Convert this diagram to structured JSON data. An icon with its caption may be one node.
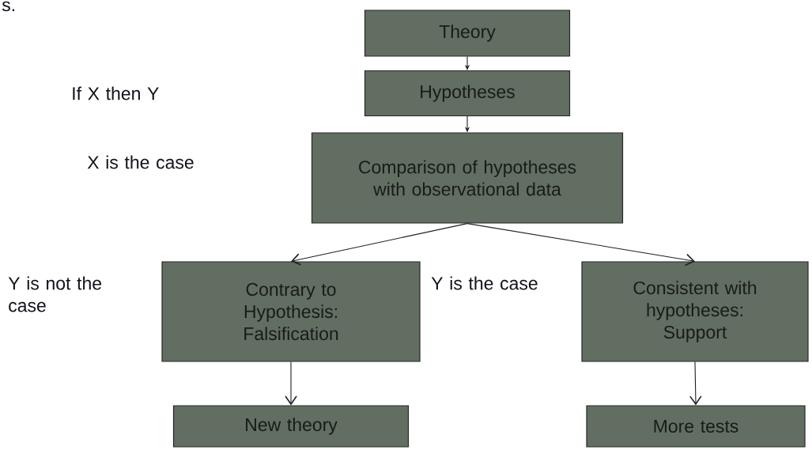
{
  "diagram": {
    "nodes": [
      {
        "text": [
          "Theory"
        ]
      },
      {
        "text": [
          "Hypotheses"
        ]
      },
      {
        "text": [
          "Comparison of hypotheses with observational data"
        ]
      },
      {
        "text": [
          "Contrary to Hypothesis: Falsification"
        ]
      },
      {
        "text": [
          "Consistent with hypotheses: Support"
        ]
      },
      {
        "text": [
          "New theory"
        ]
      },
      {
        "text": [
          "More tests"
        ]
      }
    ],
    "edges": [
      {
        "from": 0,
        "to": 1,
        "arrow": "to"
      },
      {
        "from": 1,
        "to": 2,
        "arrow": "to"
      },
      {
        "from": 2,
        "to": 3,
        "arrow": "to"
      },
      {
        "from": 2,
        "to": 4,
        "arrow": "to"
      },
      {
        "from": 3,
        "to": 5,
        "arrow": "to"
      },
      {
        "from": 4,
        "to": 6,
        "arrow": "to"
      }
    ],
    "labels": [
      "s.",
      "If X then Y",
      "X is the case",
      "Y is not the case",
      "Y is the case"
    ]
  }
}
